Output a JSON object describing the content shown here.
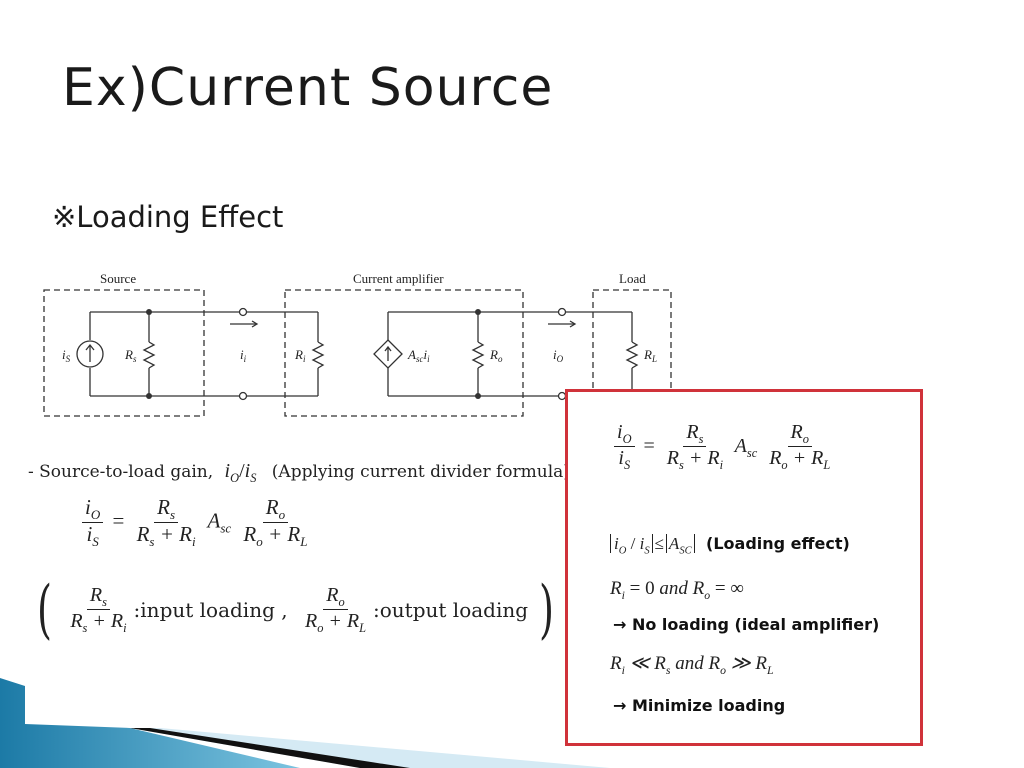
{
  "slide": {
    "title": "Ex)Current Source",
    "bullet": "※Loading Effect"
  },
  "circuit": {
    "label_source": "Source",
    "label_amplifier": "Current amplifier",
    "label_load": "Load",
    "is_label": "i",
    "is_sub": "S",
    "rs_label": "R",
    "rs_sub": "s",
    "ii_label": "i",
    "ii_sub": "i",
    "ri_label": "R",
    "ri_sub": "i",
    "asc_label": "A",
    "asc_sub": "sc",
    "asc_i": "i",
    "asc_i_sub": "i",
    "ro_label": "R",
    "ro_sub": "o",
    "io_label": "i",
    "io_sub": "O",
    "rl_label": "R",
    "rl_sub": "L"
  },
  "left_text": {
    "gain_line_prefix": "- Source-to-load gain,",
    "gain_line_io": "i",
    "gain_line_io_sub": "O",
    "gain_line_slash": "/",
    "gain_line_is": "i",
    "gain_line_is_sub": "S",
    "gain_line_suffix": "(Applying current divider formula)",
    "eq_lhs_num": "i",
    "eq_lhs_num_sub": "O",
    "eq_lhs_den": "i",
    "eq_lhs_den_sub": "S",
    "eq_equals": "=",
    "eq_f1_num": "R",
    "eq_f1_num_sub": "s",
    "eq_f1_den": "R",
    "eq_f1_den_sub1": "s",
    "eq_f1_den_plus": " + R",
    "eq_f1_den_sub2": "i",
    "eq_asc": "A",
    "eq_asc_sub": "sc",
    "eq_f2_num": "R",
    "eq_f2_num_sub": "o",
    "eq_f2_den": "R",
    "eq_f2_den_sub1": "o",
    "eq_f2_den_plus": " + R",
    "eq_f2_den_sub2": "L",
    "input_loading": ":input loading ,",
    "output_loading": ":output loading"
  },
  "red_box": {
    "loading_effect": "(Loading effect)",
    "abs_expr_a": "i",
    "abs_expr_a_sub": "O",
    "abs_expr_slash": " / ",
    "abs_expr_b": "i",
    "abs_expr_b_sub": "S",
    "abs_expr_le": "≤",
    "abs_expr_c": "A",
    "abs_expr_c_sub": "SC",
    "ideal_cond_r1": "R",
    "ideal_cond_r1_sub": "i",
    "ideal_cond_eq0": " = 0  ",
    "ideal_cond_and": "and",
    "ideal_cond_r2": "  R",
    "ideal_cond_r2_sub": "o",
    "ideal_cond_eqinf": " = ∞",
    "no_loading": "→ No loading (ideal amplifier)",
    "min_cond_r1": "R",
    "min_cond_r1_sub": "i",
    "min_cond_ll": " ≪ R",
    "min_cond_ll_sub": "s",
    "min_cond_and": "  and  ",
    "min_cond_r2": "R",
    "min_cond_r2_sub": "o",
    "min_cond_gg": " ≫ R",
    "min_cond_gg_sub": "L",
    "minimize": "→ Minimize loading"
  },
  "colors": {
    "red_box_border": "#d0323a",
    "deco_blue": "#2b8fb8",
    "deco_light": "#cfe6f1",
    "deco_black": "#111111"
  }
}
